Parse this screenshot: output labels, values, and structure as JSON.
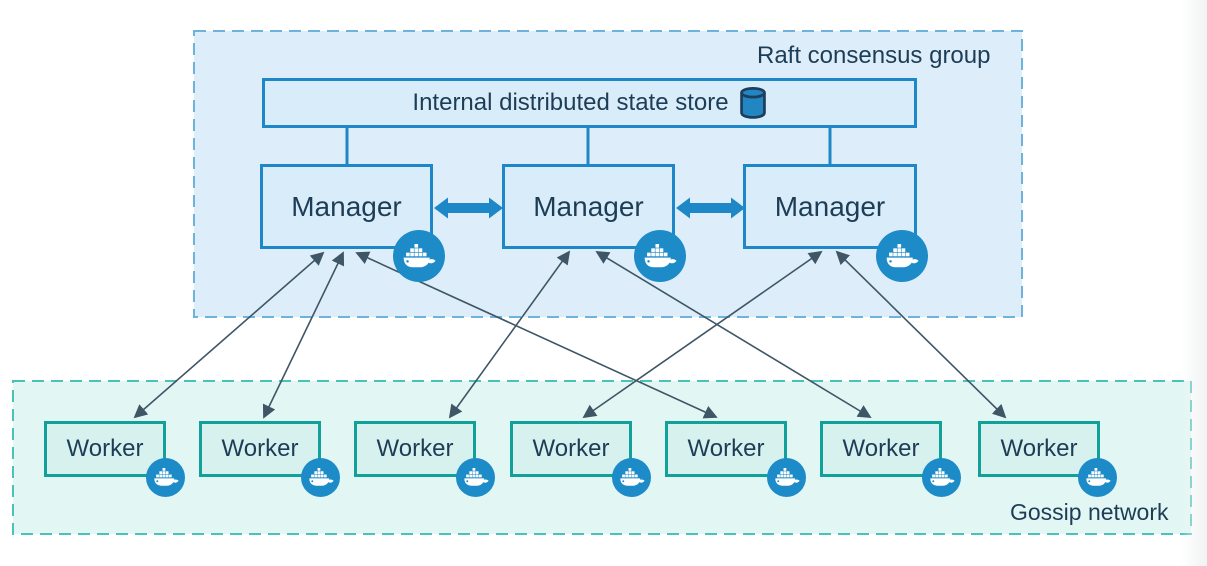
{
  "raft_group": {
    "label": "Raft consensus group",
    "state_store": {
      "label": "Internal distributed state store",
      "icon": "database-cylinder-icon"
    },
    "managers": [
      {
        "id": "manager-1",
        "label": "Manager"
      },
      {
        "id": "manager-2",
        "label": "Manager"
      },
      {
        "id": "manager-3",
        "label": "Manager"
      }
    ],
    "peer_links": [
      {
        "from": "manager-1",
        "to": "manager-2",
        "bidirectional": true
      },
      {
        "from": "manager-2",
        "to": "manager-3",
        "bidirectional": true
      }
    ]
  },
  "gossip_network": {
    "label": "Gossip network",
    "workers": [
      {
        "id": "worker-1",
        "label": "Worker"
      },
      {
        "id": "worker-2",
        "label": "Worker"
      },
      {
        "id": "worker-3",
        "label": "Worker"
      },
      {
        "id": "worker-4",
        "label": "Worker"
      },
      {
        "id": "worker-5",
        "label": "Worker"
      },
      {
        "id": "worker-6",
        "label": "Worker"
      },
      {
        "id": "worker-7",
        "label": "Worker"
      }
    ]
  },
  "links": {
    "style": "double-headed",
    "manager_worker": [
      {
        "from": "manager-1",
        "to": "worker-1"
      },
      {
        "from": "manager-1",
        "to": "worker-2"
      },
      {
        "from": "manager-1",
        "to": "worker-5"
      },
      {
        "from": "manager-2",
        "to": "worker-3"
      },
      {
        "from": "manager-2",
        "to": "worker-6"
      },
      {
        "from": "manager-3",
        "to": "worker-4"
      },
      {
        "from": "manager-3",
        "to": "worker-7"
      }
    ]
  },
  "icons": {
    "node_badge": "docker-whale-icon",
    "state_store": "database-cylinder-icon"
  },
  "colors": {
    "raft_fill": "#ddeefa",
    "raft_dash": "#6fb3dd",
    "node_blue_border": "#1e87c8",
    "node_blue_fill": "#d9ecf9",
    "gossip_fill": "#e2f7f4",
    "gossip_dash": "#49c2b9",
    "worker_border": "#12a09a",
    "worker_fill": "#d7f2ee",
    "docker_badge": "#1e8bc9",
    "thin_arrow": "#3e5666",
    "text": "#1d3d57"
  }
}
